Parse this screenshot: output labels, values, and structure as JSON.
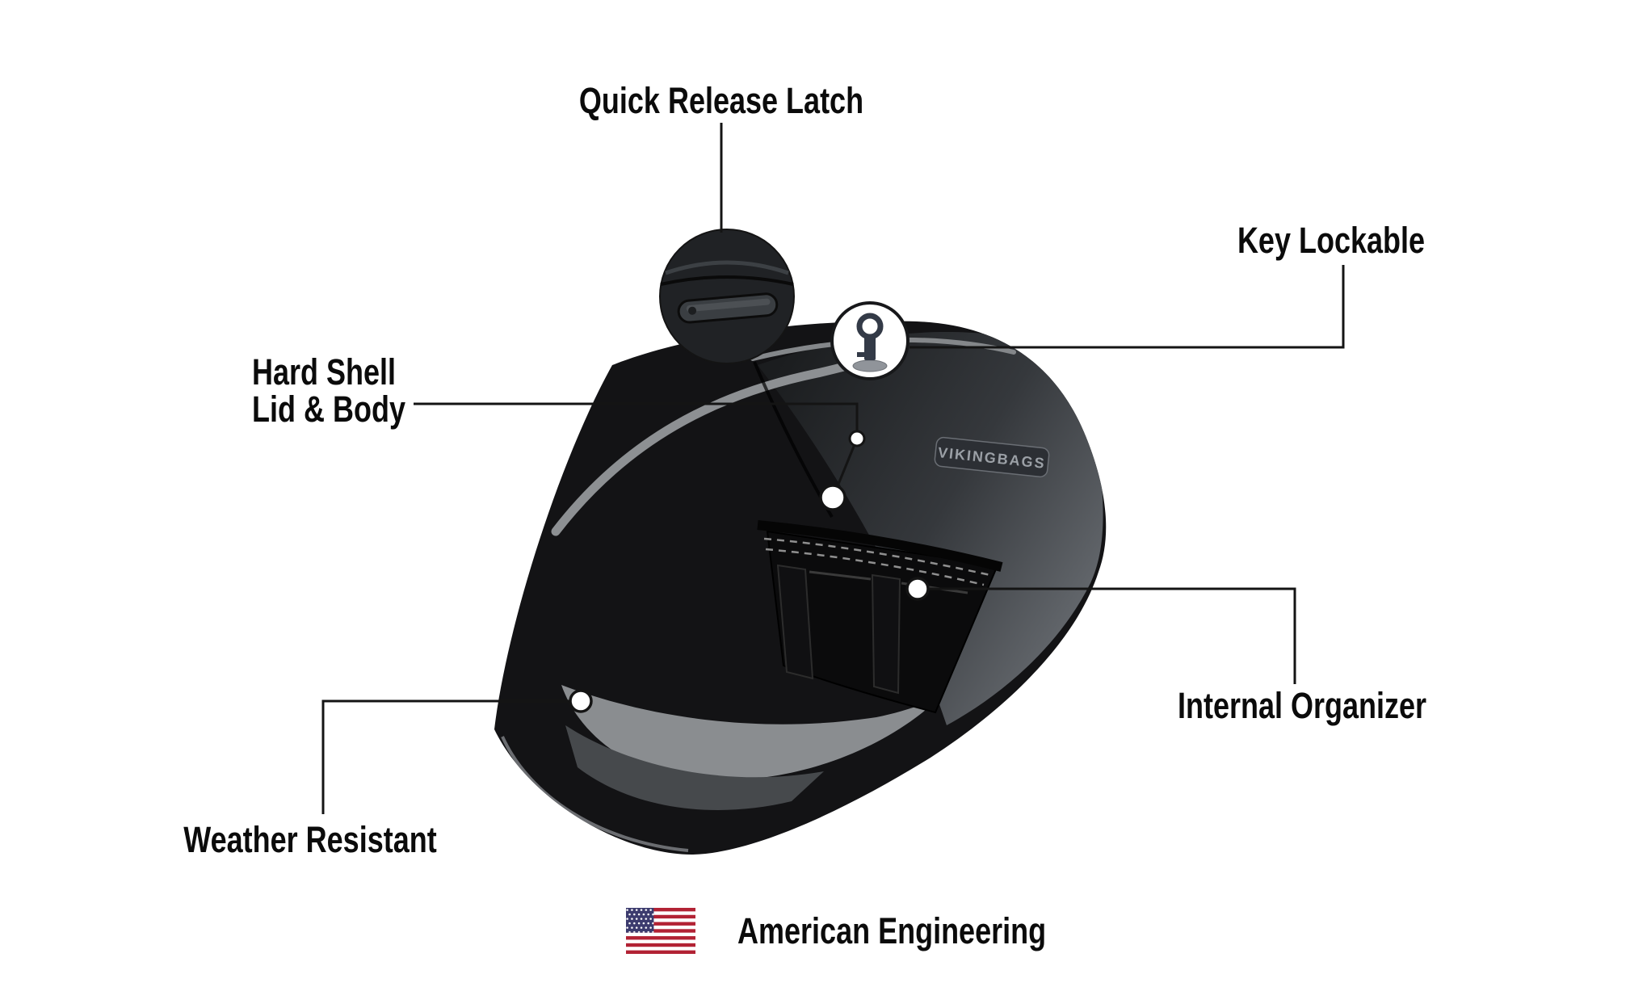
{
  "page": {
    "background_color": "#ffffff",
    "description": "Motorcycle saddlebag feature callout diagram"
  },
  "callouts": {
    "quick_release_latch": {
      "label": "Quick Release Latch"
    },
    "key_lockable": {
      "label": "Key Lockable"
    },
    "hard_shell": {
      "line1": "Hard Shell",
      "line2": "Lid & Body"
    },
    "internal_organizer": {
      "label": "Internal Organizer"
    },
    "weather_resistant": {
      "label": "Weather Resistant"
    }
  },
  "footer": {
    "label": "American Engineering",
    "flag_icon": "us-flag-icon"
  },
  "illustration": {
    "name": "hard-shell-saddlebag",
    "brand_badge": "VIKINGBAGS",
    "insets": {
      "latch_inset": "quick-release-latch-closeup",
      "key_icon": "key-in-lock-icon"
    },
    "colors": {
      "shell_black": "#141416",
      "accent_gray": "#8d9093",
      "interior_gray": "#8a8d90",
      "face_light": "#62666b"
    }
  },
  "connectors": {
    "color": "#141414",
    "marker_fill": "#ffffff"
  }
}
